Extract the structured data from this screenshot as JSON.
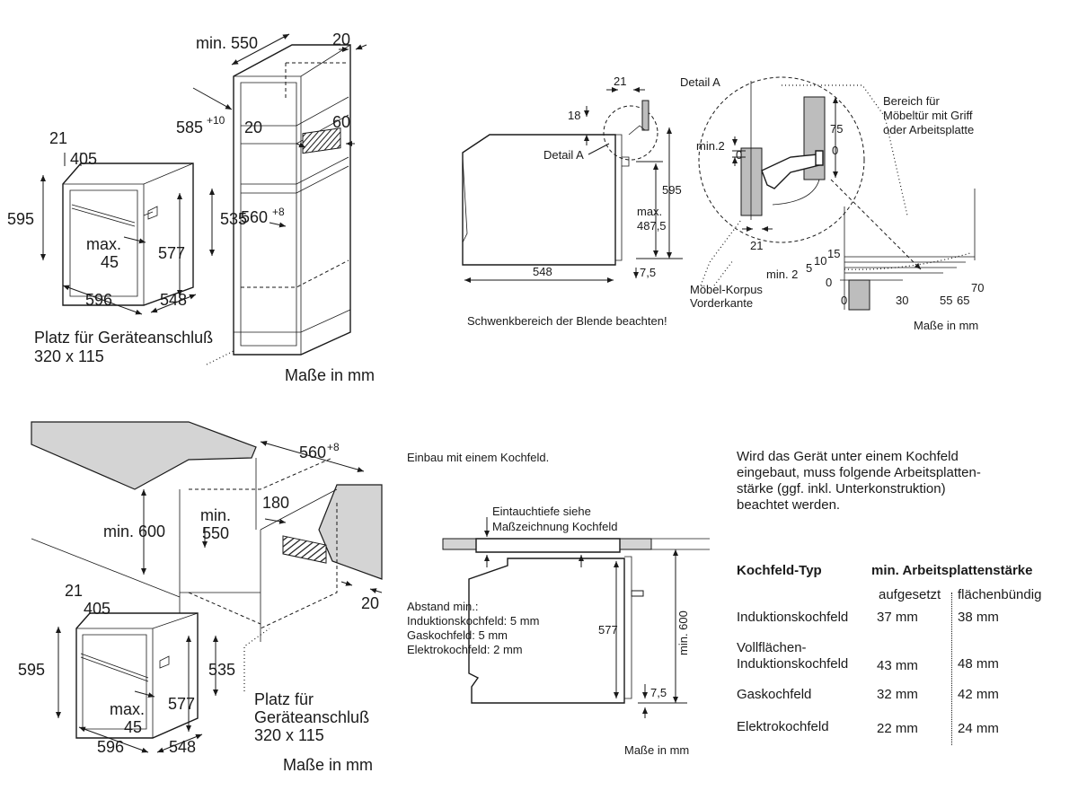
{
  "colors": {
    "ink": "#1a1a1a",
    "grey_fill": "#bdbdbd",
    "background": "#ffffff"
  },
  "tall_unit": {
    "min550": "min. 550",
    "d20": "20",
    "d585": "585",
    "d585_sup": "+10",
    "d20b": "20",
    "d60": "60",
    "d560": "560",
    "d560_sup": "+8",
    "d21": "21",
    "d405": "405",
    "d595": "595",
    "d535": "535",
    "max": "max.",
    "max45": "45",
    "d577": "577",
    "d596": "596",
    "d548": "548",
    "platz_line1": "Platz für Geräteanschluß",
    "platz_line2": "320 x 115",
    "masse": "Maße in mm"
  },
  "detail_side": {
    "d21": "21",
    "d18": "18",
    "detail_a_label": "Detail A",
    "d595": "595",
    "max": "max.",
    "max_value": "487,5",
    "d548": "548",
    "d7_5": "7,5",
    "schwenk": "Schwenkbereich der Blende beachten!"
  },
  "detail_a": {
    "title": "Detail A",
    "bereich_1": "Bereich für",
    "bereich_2": "Möbeltür mit Griff",
    "bereich_3": "oder Arbeitsplatte",
    "d75": "75",
    "d0_right": "0",
    "min2_top": "min.2",
    "d0_top": "0",
    "d21": "21",
    "d15": "15",
    "d10": "10",
    "d5": "5",
    "min2": "min. 2",
    "d0_left": "0",
    "d0_bottom": "0",
    "d30": "30",
    "d55": "55",
    "d65": "65",
    "d70": "70",
    "moebel_1": "Möbel-Korpus",
    "moebel_2": "Vorderkante",
    "masse": "Maße in mm"
  },
  "under_unit": {
    "d560": "560",
    "d560_sup": "+8",
    "min600": "min. 600",
    "min": "min.",
    "min550": "550",
    "d180": "180",
    "d20": "20",
    "d21": "21",
    "d405": "405",
    "d595": "595",
    "d535": "535",
    "max": "max.",
    "max45": "45",
    "d577": "577",
    "d596": "596",
    "d548": "548",
    "platz_1": "Platz für",
    "platz_2": "Geräteanschluß",
    "platz_3": "320 x 115",
    "masse": "Maße in mm"
  },
  "kochfeld": {
    "title": "Einbau mit einem Kochfeld.",
    "eintauch_1": "Eintauchtiefe siehe",
    "eintauch_2": "Maßzeichnung Kochfeld",
    "abstand_1": "Abstand min.:",
    "abstand_2": "Induktionskochfeld: 5 mm",
    "abstand_3": "Gaskochfeld: 5 mm",
    "abstand_4": "Elektrokochfeld: 2 mm",
    "d577": "577",
    "min600": "min. 600",
    "d7_5": "7,5",
    "masse": "Maße in mm"
  },
  "info": {
    "para_1": "Wird das Gerät unter einem Kochfeld",
    "para_2": "eingebaut, muss folgende Arbeitsplatten-",
    "para_3": "stärke (ggf. inkl. Unterkonstruktion)",
    "para_4": "beachtet werden.",
    "col_type": "Kochfeld-Typ",
    "col_min": "min. Arbeitsplattenstärke",
    "sub_aufgesetzt": "aufgesetzt",
    "sub_flaechen": "flächenbündig",
    "rows": [
      {
        "type_1": "Induktionskochfeld",
        "type_2": "",
        "aufgesetzt": "37 mm",
        "flaechen": "38 mm"
      },
      {
        "type_1": "Vollflächen-",
        "type_2": "Induktionskochfeld",
        "aufgesetzt": "43 mm",
        "flaechen": "48 mm"
      },
      {
        "type_1": "Gaskochfeld",
        "type_2": "",
        "aufgesetzt": "32 mm",
        "flaechen": "42 mm"
      },
      {
        "type_1": "Elektrokochfeld",
        "type_2": "",
        "aufgesetzt": "22 mm",
        "flaechen": "24 mm"
      }
    ]
  }
}
